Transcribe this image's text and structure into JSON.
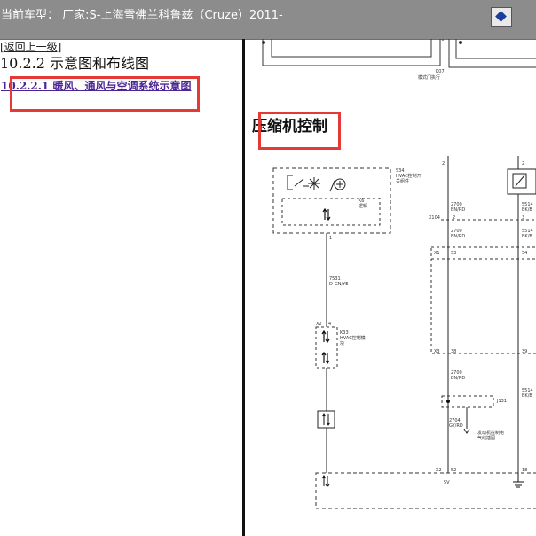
{
  "header": {
    "vehicle_label": "当前车型：  厂家:S-上海雪佛兰科鲁兹（Cruze）2011-"
  },
  "left_panel": {
    "back_link": "[返回上一级]",
    "section_title": "10.2.2 示意图和布线图",
    "sub_link": "10.2.2.1 暖风、通风与空调系统示意图"
  },
  "diagram": {
    "title": "压缩机控制",
    "top_label_1": "K07",
    "top_label_2": "模式门执行",
    "switch_ref": "S34",
    "switch_name_1": "HVAC控制开",
    "switch_name_2": "关组件",
    "logic_ref": "K6",
    "logic_name": "逻辑",
    "pin_1": "1",
    "wire_7531_num": "7531",
    "wire_7531_color": "D-GN/YE",
    "x2_label": "X2",
    "pin_4": "4",
    "k33_ref": "K33",
    "k33_name_1": "HVAC控制模",
    "k33_name_2": "块",
    "col2_pin_top": "2",
    "col2_wire_a_num": "2700",
    "col2_wire_a_color": "BN/RD",
    "x104_label": "X104",
    "col2_pin_x104": "2",
    "col2_wire_b_num": "2700",
    "col2_wire_b_color": "BN/RD",
    "x1_label": "X1",
    "col2_pin_x1": "53",
    "x3_label": "X3",
    "col2_pin_x3": "38",
    "col2_wire_c_num": "2700",
    "col2_wire_c_color": "BN/RD",
    "j131_label": "J131",
    "wire_2704_num": "2704",
    "wire_2704_color": "GY/RD",
    "ecm_label_1": "发动机控制电",
    "ecm_label_2": "气线插图",
    "x2b_label": "X2",
    "col2_pin_x2": "52",
    "voltage_label": "5V",
    "col3_pin_top": "2",
    "col3_wire_a_num": "5514",
    "col3_wire_a_color": "BK/B",
    "col3_pin_x104": "3",
    "col3_wire_b_num": "5514",
    "col3_wire_b_color": "BK/B",
    "col3_pin_x1": "54",
    "col3_pin_x3": "39",
    "col3_wire_c_num": "5514",
    "col3_wire_c_color": "BK/B",
    "col3_pin_x2": "18"
  },
  "colors": {
    "toolbar_bg": "#8c8c8c",
    "highlight_box": "#e53935",
    "link": "#4b2596"
  }
}
